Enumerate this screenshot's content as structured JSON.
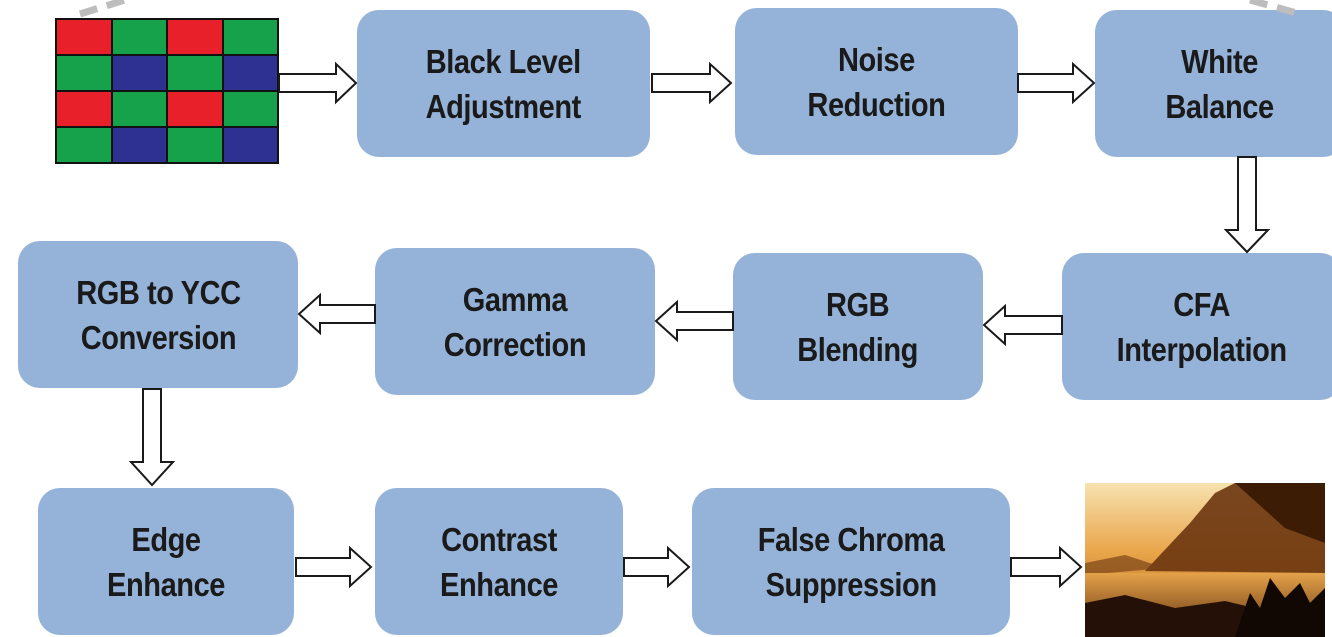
{
  "title": "",
  "input": {
    "name": "bayer-cfa-mosaic",
    "cells": [
      [
        "red",
        "green",
        "red",
        "green"
      ],
      [
        "green",
        "blue",
        "green",
        "blue"
      ],
      [
        "red",
        "green",
        "red",
        "green"
      ],
      [
        "green",
        "blue",
        "green",
        "blue"
      ]
    ],
    "colors": {
      "red": "#e8202a",
      "green": "#16a24a",
      "blue": "#2e3192"
    }
  },
  "stages": [
    {
      "id": "black-level",
      "lines": [
        "Black Level",
        "Adjustment"
      ]
    },
    {
      "id": "noise-reduction",
      "lines": [
        "Noise",
        "Reduction"
      ]
    },
    {
      "id": "white-balance",
      "lines": [
        "White",
        "Balance"
      ]
    },
    {
      "id": "cfa-interpolation",
      "lines": [
        "CFA",
        "Interpolation"
      ]
    },
    {
      "id": "rgb-blending",
      "lines": [
        "RGB",
        "Blending"
      ]
    },
    {
      "id": "gamma-correction",
      "lines": [
        "Gamma",
        "Correction"
      ]
    },
    {
      "id": "rgb-to-ycc",
      "lines": [
        "RGB to YCC",
        "Conversion"
      ]
    },
    {
      "id": "edge-enhance",
      "lines": [
        "Edge",
        "Enhance"
      ]
    },
    {
      "id": "contrast-enhance",
      "lines": [
        "Contrast",
        "Enhance"
      ]
    },
    {
      "id": "false-chroma",
      "lines": [
        "False Chroma",
        "Suppression"
      ]
    }
  ],
  "output": {
    "name": "output-photo"
  },
  "colors": {
    "box_fill": "#95b3d9",
    "text": "#1a1a1a",
    "arrow_stroke": "#1a1a1a"
  }
}
